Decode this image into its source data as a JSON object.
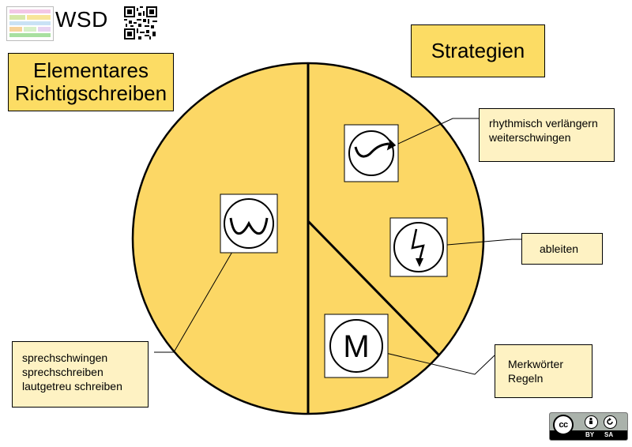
{
  "header": {
    "logo_text": "WSD",
    "thumbnail_icon": "mini-diagram-icon",
    "qr_icon": "qr-code-icon"
  },
  "left_title": {
    "line1": "Elementares",
    "line2": "Richtigschreiben"
  },
  "right_title": {
    "text": "Strategien"
  },
  "notes": {
    "sprechschwingen": [
      "sprechschwingen",
      "sprechschreiben",
      "lautgetreu schreiben"
    ],
    "rhythmisch": [
      "rhythmisch verlängern",
      "weiterschwingen"
    ],
    "ableiten": [
      "ableiten"
    ],
    "merkwoerter": [
      "Merkwörter",
      "Regeln"
    ]
  },
  "symbols": {
    "wave": "wave-icon",
    "rhythm": "rhythm-arrow-icon",
    "lightning": "lightning-arrow-icon",
    "m_letter": "M"
  },
  "license": {
    "cc": "cc",
    "by": "BY",
    "sa": "SA"
  },
  "colors": {
    "circle_fill": "#fcd765",
    "title_fill": "#fcdc64",
    "note_fill": "#fef2c3"
  }
}
